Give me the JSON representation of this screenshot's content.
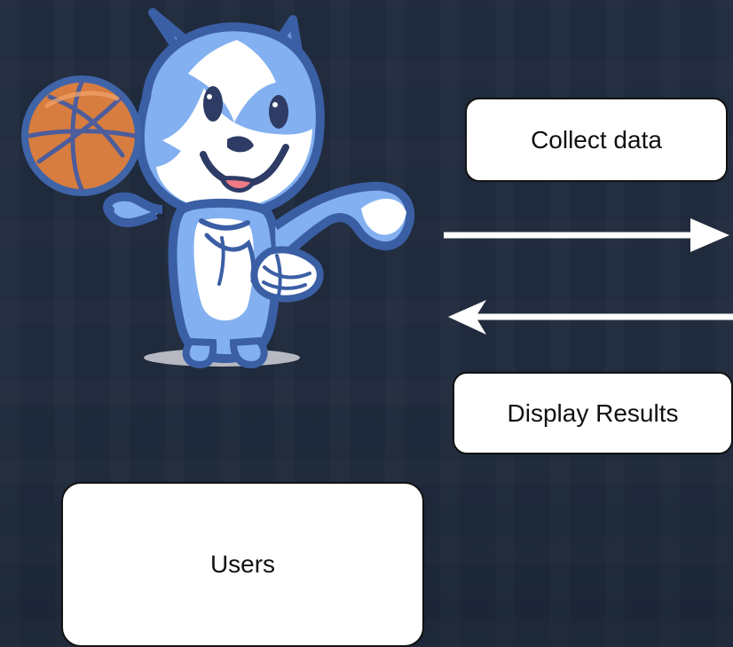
{
  "diagram": {
    "nodes": {
      "collect_data": "Collect data",
      "display_results": "Display Results",
      "users": "Users"
    },
    "colors": {
      "background": "#1f2a3c",
      "box_fill": "#ffffff",
      "box_stroke": "#111111",
      "arrow": "#ffffff",
      "mascot_fill": "#7aa7e8",
      "mascot_outline": "#3f64a8",
      "ball": "#d77d3f"
    },
    "edges": [
      {
        "direction": "right",
        "icon": "arrow-right-icon"
      },
      {
        "direction": "left",
        "icon": "arrow-left-icon"
      }
    ],
    "illustration": {
      "icon": "fox-mascot-icon",
      "accessory_icon": "basketball-icon"
    }
  }
}
